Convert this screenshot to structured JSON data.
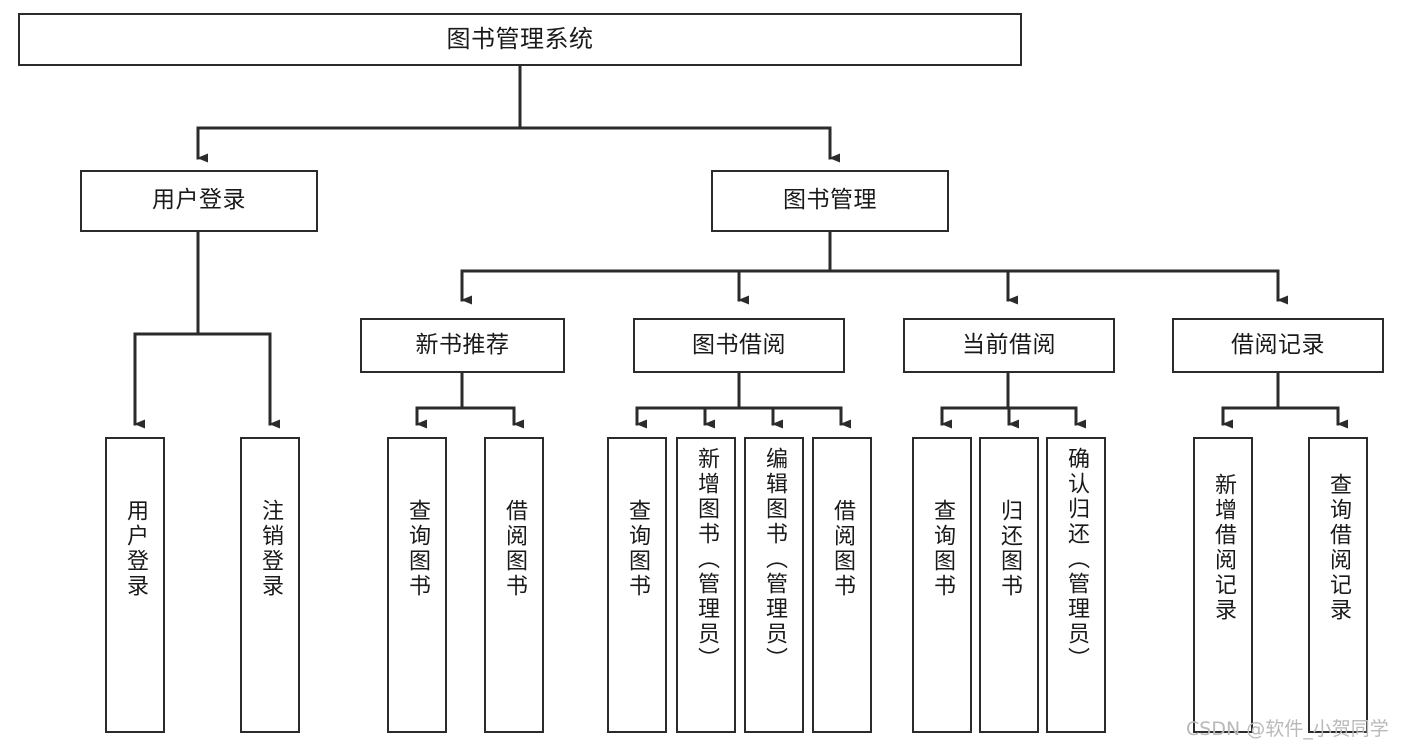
{
  "diagram": {
    "title": "图书管理系统",
    "type": "tree-hierarchy-chart",
    "colors": {
      "box_border": "#2b2b2b",
      "box_fill": "#ffffff",
      "edge": "#2b2b2b",
      "text": "#1a1a1a",
      "watermark": "#b9b9b9",
      "background": "#ffffff"
    }
  },
  "watermark": {
    "text": "CSDN @软件_小贺同学"
  },
  "nodes": {
    "root": {
      "label": "图书管理系统"
    },
    "level2": [
      {
        "label": "用户登录"
      },
      {
        "label": "图书管理"
      }
    ],
    "level3": [
      {
        "label": "新书推荐"
      },
      {
        "label": "图书借阅"
      },
      {
        "label": "当前借阅"
      },
      {
        "label": "借阅记录"
      }
    ],
    "leaves": {
      "user_login": [
        {
          "label": "用户登录"
        },
        {
          "label": "注销登录"
        }
      ],
      "new_book": [
        {
          "label": "查询图书"
        },
        {
          "label": "借阅图书"
        }
      ],
      "book_borrow": [
        {
          "label": "查询图书"
        },
        {
          "label": "新增图书（管理员）"
        },
        {
          "label": "编辑图书（管理员）"
        },
        {
          "label": "借阅图书"
        }
      ],
      "current_borrow": [
        {
          "label": "查询图书"
        },
        {
          "label": "归还图书"
        },
        {
          "label": "确认归还（管理员）"
        }
      ],
      "borrow_record": [
        {
          "label": "新增借阅记录"
        },
        {
          "label": "查询借阅记录"
        }
      ]
    }
  },
  "chart_data": {
    "type": "table",
    "title": "图书管理系统功能结构图",
    "hierarchy": [
      {
        "label": "图书管理系统",
        "children": [
          {
            "label": "用户登录",
            "children": [
              {
                "label": "用户登录"
              },
              {
                "label": "注销登录"
              }
            ]
          },
          {
            "label": "图书管理",
            "children": [
              {
                "label": "新书推荐",
                "children": [
                  {
                    "label": "查询图书"
                  },
                  {
                    "label": "借阅图书"
                  }
                ]
              },
              {
                "label": "图书借阅",
                "children": [
                  {
                    "label": "查询图书"
                  },
                  {
                    "label": "新增图书（管理员）"
                  },
                  {
                    "label": "编辑图书（管理员）"
                  },
                  {
                    "label": "借阅图书"
                  }
                ]
              },
              {
                "label": "当前借阅",
                "children": [
                  {
                    "label": "查询图书"
                  },
                  {
                    "label": "归还图书"
                  },
                  {
                    "label": "确认归还（管理员）"
                  }
                ]
              },
              {
                "label": "借阅记录",
                "children": [
                  {
                    "label": "新增借阅记录"
                  },
                  {
                    "label": "查询借阅记录"
                  }
                ]
              }
            ]
          }
        ]
      }
    ]
  }
}
